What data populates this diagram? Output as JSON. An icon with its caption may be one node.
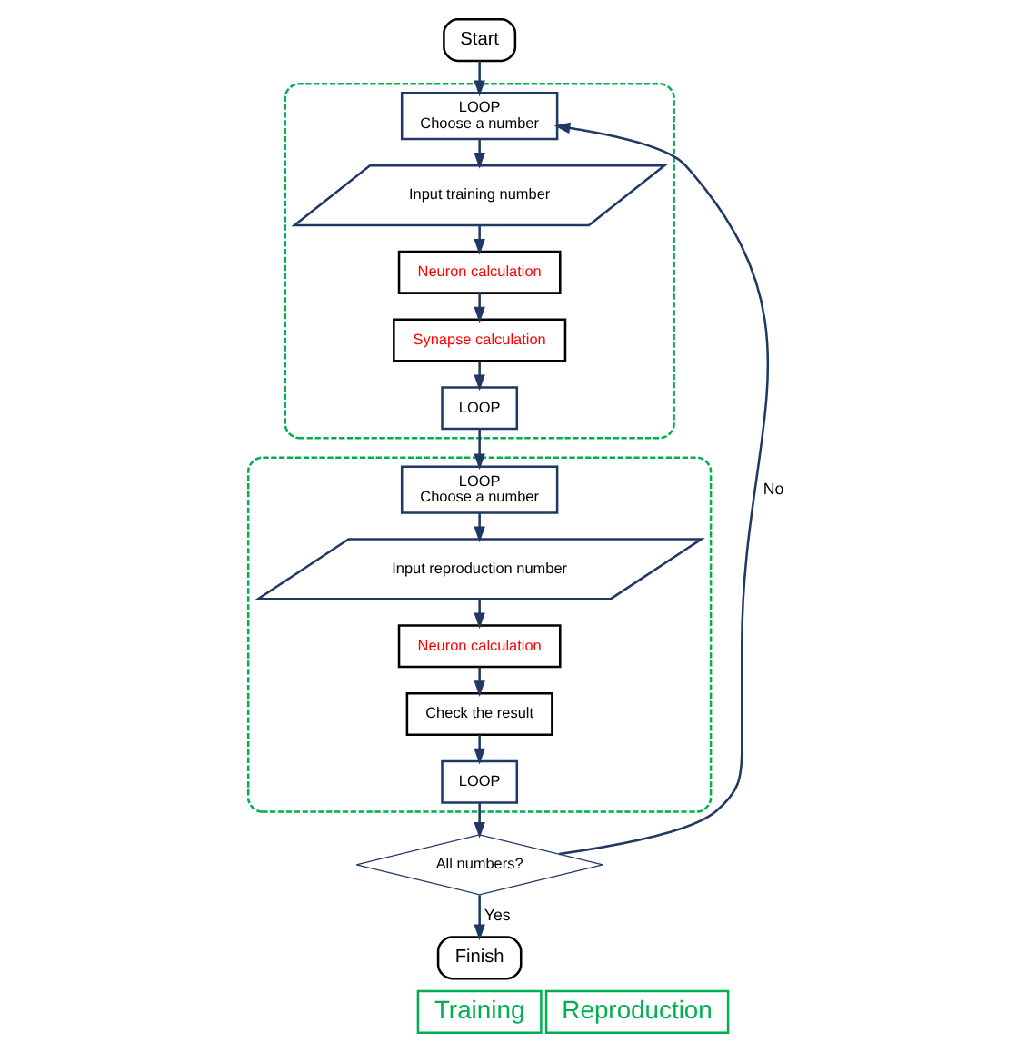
{
  "diagram": {
    "nodes": [
      {
        "text": [
          "Start"
        ]
      },
      {
        "text": [],
        "shape": "box"
      },
      {
        "text": [
          "LOOP",
          "Choose a number"
        ],
        "in": 1
      },
      {
        "text": [
          "Input training number"
        ],
        "in": 1
      },
      {
        "text": [
          "Neuron calculation"
        ],
        "in": 1
      },
      {
        "text": [
          "Synapse calculation"
        ],
        "in": 1
      },
      {
        "text": [
          "LOOP"
        ],
        "in": 1
      },
      {
        "text": [],
        "shape": "box"
      },
      {
        "text": [
          "LOOP",
          "Choose a number"
        ],
        "in": 7
      },
      {
        "text": [
          "Input reproduction number"
        ],
        "in": 7
      },
      {
        "text": [
          "Neuron calculation"
        ],
        "in": 7
      },
      {
        "text": [
          "Check the result"
        ],
        "in": 7
      },
      {
        "text": [
          "LOOP"
        ],
        "in": 7
      },
      {
        "text": [
          "All numbers?"
        ]
      },
      {
        "text": [
          "Finish"
        ]
      },
      {
        "text": [
          "Training"
        ]
      },
      {
        "text": [
          "Reproduction"
        ]
      }
    ],
    "edges": [
      {
        "from": 0,
        "to": 2,
        "arrow": "to"
      },
      {
        "from": 2,
        "to": 3,
        "arrow": "to"
      },
      {
        "from": 3,
        "to": 4,
        "arrow": "to"
      },
      {
        "from": 4,
        "to": 5,
        "arrow": "to"
      },
      {
        "from": 5,
        "to": 6,
        "arrow": "to"
      },
      {
        "from": 6,
        "to": 8,
        "arrow": "to"
      },
      {
        "from": 8,
        "to": 9,
        "arrow": "to"
      },
      {
        "from": 9,
        "to": 10,
        "arrow": "to"
      },
      {
        "from": 10,
        "to": 11,
        "arrow": "to"
      },
      {
        "from": 11,
        "to": 12,
        "arrow": "to"
      },
      {
        "from": 12,
        "to": 13,
        "arrow": "to"
      },
      {
        "from": 13,
        "to": 2,
        "label": "No",
        "arrow": "to"
      },
      {
        "from": 13,
        "to": 14,
        "label": "Yes",
        "arrow": "to"
      }
    ]
  }
}
